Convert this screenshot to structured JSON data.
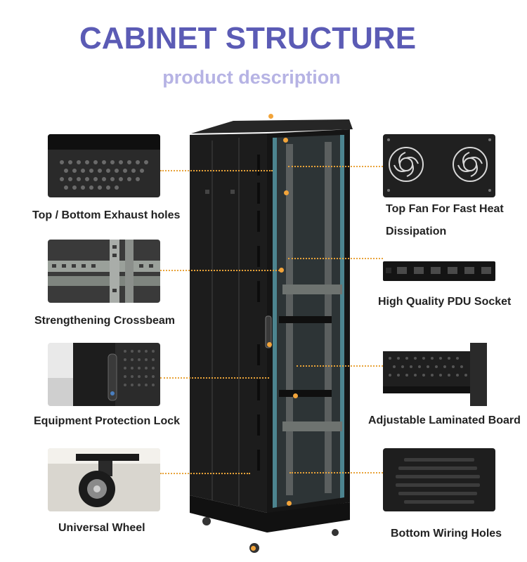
{
  "header": {
    "title": "CABINET STRUCTURE",
    "subtitle": "product description"
  },
  "colors": {
    "title": "#5b5bb5",
    "subtitle": "#b6b3e4",
    "leader_line": "#e8a33a",
    "cabinet_body": "#1c1c1c"
  },
  "features": {
    "exhaust": {
      "label": "Top / Bottom Exhaust holes",
      "icon": "perforated-panel-image"
    },
    "crossbeam": {
      "label": "Strengthening Crossbeam",
      "icon": "crossbeam-rail-image"
    },
    "lock": {
      "label": "Equipment Protection Lock",
      "icon": "door-lock-image"
    },
    "wheel": {
      "label": "Universal Wheel",
      "icon": "caster-wheel-image"
    },
    "fan": {
      "label": "Top Fan For Fast Heat Dissipation",
      "icon": "fan-unit-image"
    },
    "pdu": {
      "label": "High Quality PDU Socket",
      "icon": "pdu-strip-image"
    },
    "board": {
      "label": "Adjustable Laminated Board",
      "icon": "shelf-board-image"
    },
    "wiring": {
      "label": "Bottom Wiring Holes",
      "icon": "wiring-slots-image"
    }
  }
}
